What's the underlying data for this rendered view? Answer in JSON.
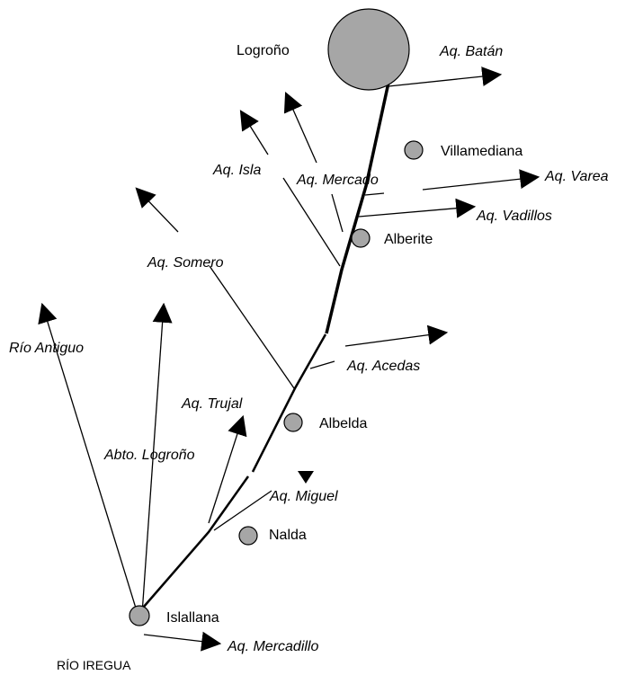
{
  "colors": {
    "town_fill": "#a6a6a6",
    "stroke": "#000000",
    "background": "#ffffff"
  },
  "river": {
    "label": "RÍO IREGUA"
  },
  "towns": {
    "logrono": "Logroño",
    "villamediana": "Villamediana",
    "alberite": "Alberite",
    "albelda": "Albelda",
    "nalda": "Nalda",
    "islallana": "Islallana"
  },
  "canals": {
    "batan": "Aq. Batán",
    "isla": "Aq. Isla",
    "mercado": "Aq. Mercado",
    "varea": "Aq. Varea",
    "vadillos": "Aq. Vadillos",
    "somero": "Aq. Somero",
    "acedas": "Aq. Acedas",
    "rio_antiguo": "Río Antiguo",
    "trujal": "Aq. Trujal",
    "abto_logrono": "Abto. Logroño",
    "miguel": "Aq. Miguel",
    "mercadillo": "Aq. Mercadillo"
  }
}
